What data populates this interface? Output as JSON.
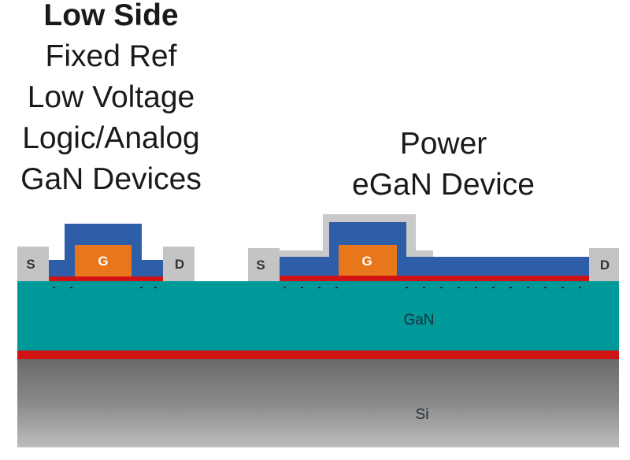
{
  "left_caption": {
    "line1": "Low Side",
    "line2": "Fixed Ref",
    "line3": "Low Voltage",
    "line4": "Logic/Analog",
    "line5": "GaN Devices"
  },
  "right_caption": {
    "line1": "Power",
    "line2": "eGaN Device"
  },
  "left_device": {
    "source_label": "S",
    "gate_label": "G",
    "drain_label": "D"
  },
  "right_device": {
    "source_label": "S",
    "gate_label": "G",
    "drain_label": "D"
  },
  "layers": {
    "gan_label": "GaN",
    "si_label": "Si"
  },
  "colors": {
    "gan": "#00999a",
    "silicon": "#6e6e6e",
    "interface_red": "#d01212",
    "dielectric_blue": "#2f5ea8",
    "gate_orange": "#e8761a",
    "contact_gray": "#c4c4c4"
  }
}
